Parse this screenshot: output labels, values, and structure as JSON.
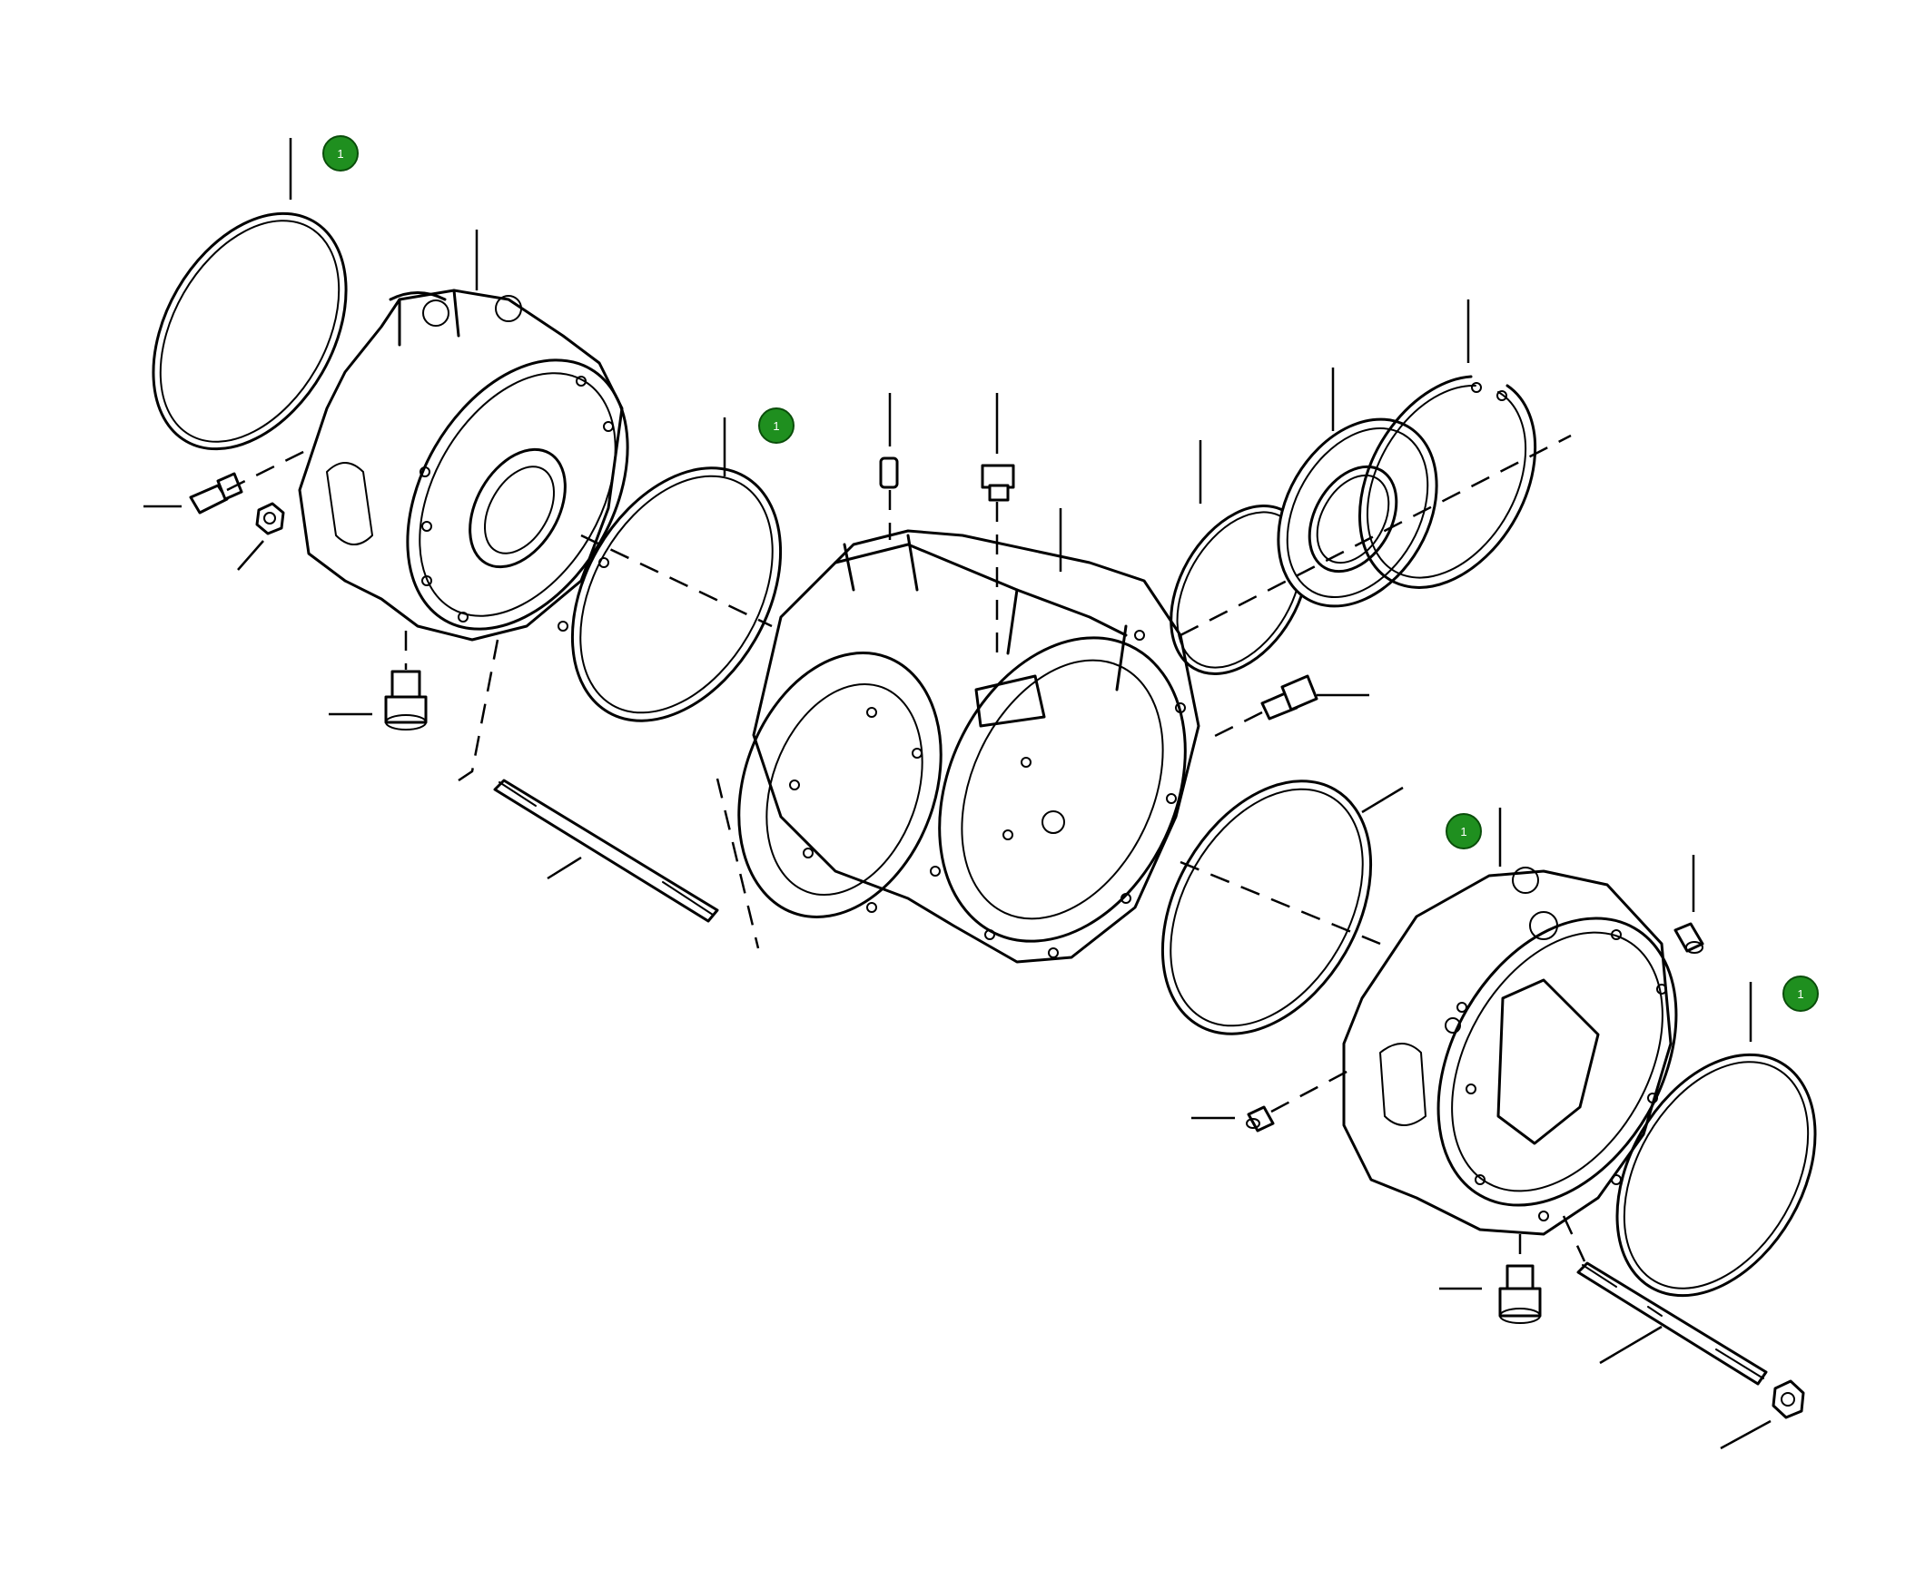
{
  "diagram": {
    "callout_color": "#1f8f1f",
    "callouts": [
      {
        "label": "1"
      },
      {
        "label": "1"
      },
      {
        "label": "1"
      },
      {
        "label": "1"
      }
    ]
  }
}
